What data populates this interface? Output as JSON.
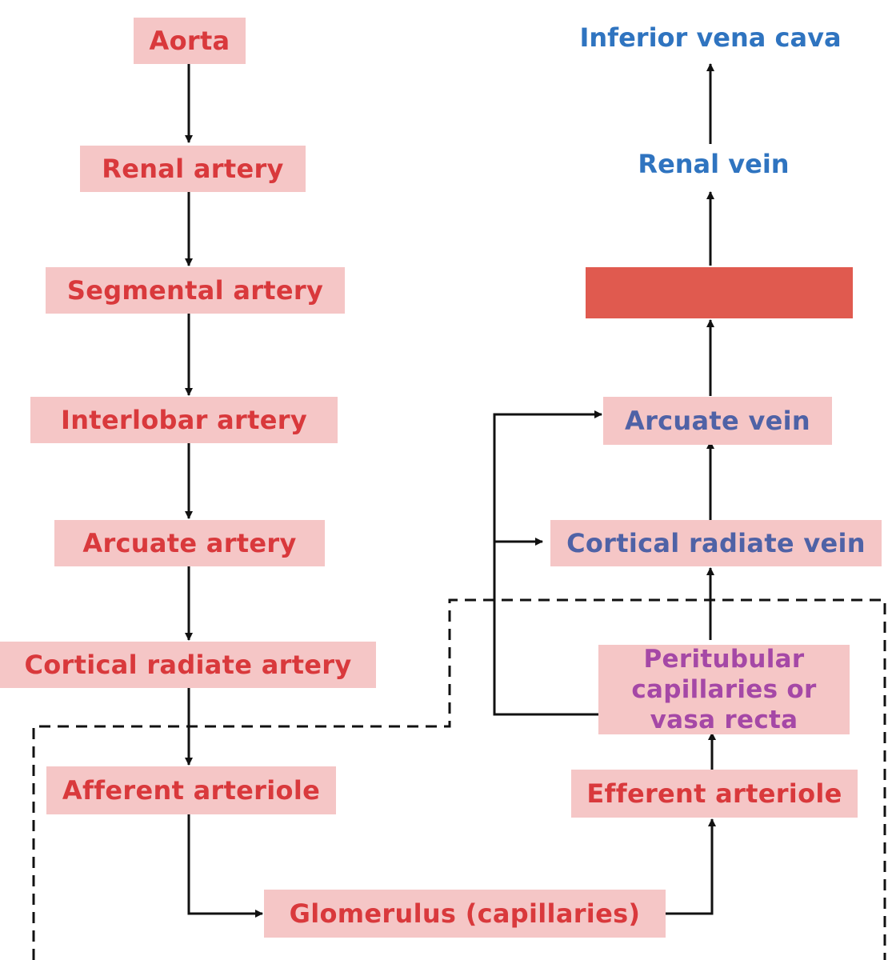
{
  "arterial": {
    "aorta": "Aorta",
    "renal_artery": "Renal artery",
    "segmental_artery": "Segmental artery",
    "interlobar_artery": "Interlobar artery",
    "arcuate_artery": "Arcuate artery",
    "cortical_radiate_artery": "Cortical radiate artery",
    "afferent_arteriole": "Afferent arteriole",
    "glomerulus": "Glomerulus (capillaries)"
  },
  "venous": {
    "efferent_arteriole": "Efferent arteriole",
    "peritubular": "Peritubular capillaries or vasa recta",
    "cortical_radiate_vein": "Cortical radiate vein",
    "arcuate_vein": "Arcuate vein",
    "hidden_label": "",
    "renal_vein": "Renal vein",
    "inferior_vena_cava": "Inferior vena cava"
  },
  "colors": {
    "artery_text": "#d9393c",
    "vein_text": "#4f62a6",
    "cap_text": "#a548a6",
    "major_vein_text": "#2f74c0",
    "box_fill": "#f5c6c6",
    "hidden_box_fill": "#e05a4f"
  }
}
